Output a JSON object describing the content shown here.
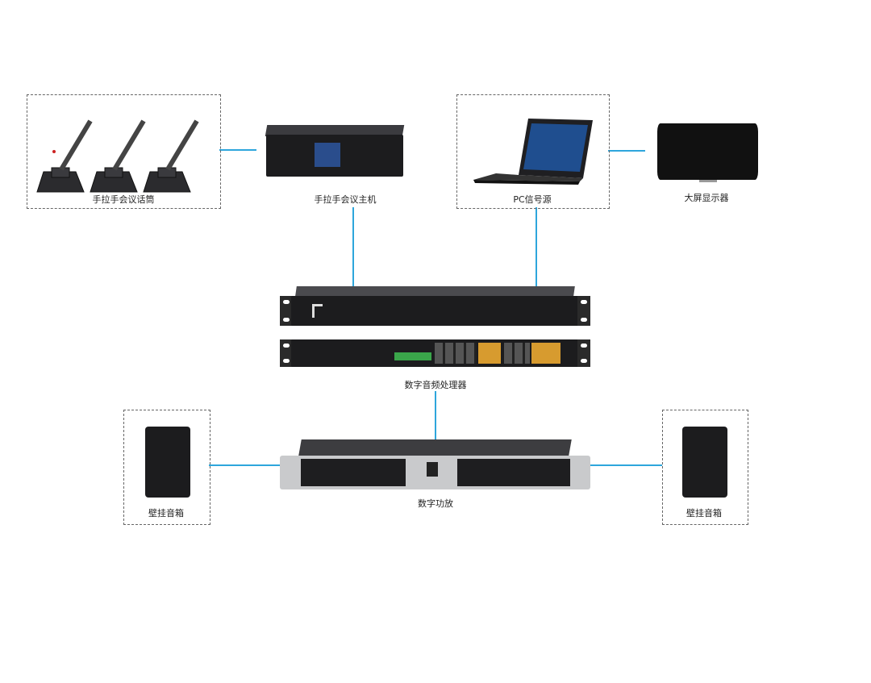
{
  "diagram": {
    "nodes": {
      "microphones": {
        "label": "手拉手会议话筒"
      },
      "conference_host": {
        "label": "手拉手会议主机"
      },
      "pc_source": {
        "label": "PC信号源"
      },
      "display": {
        "label": "大屏显示器"
      },
      "audio_processor": {
        "label": "数字音频处理器"
      },
      "amplifier": {
        "label": "数字功放"
      },
      "speaker_left": {
        "label": "壁挂音箱"
      },
      "speaker_right": {
        "label": "壁挂音箱"
      }
    },
    "colors": {
      "connector": "#2ea6dc",
      "device": "#1c1c1e"
    }
  }
}
